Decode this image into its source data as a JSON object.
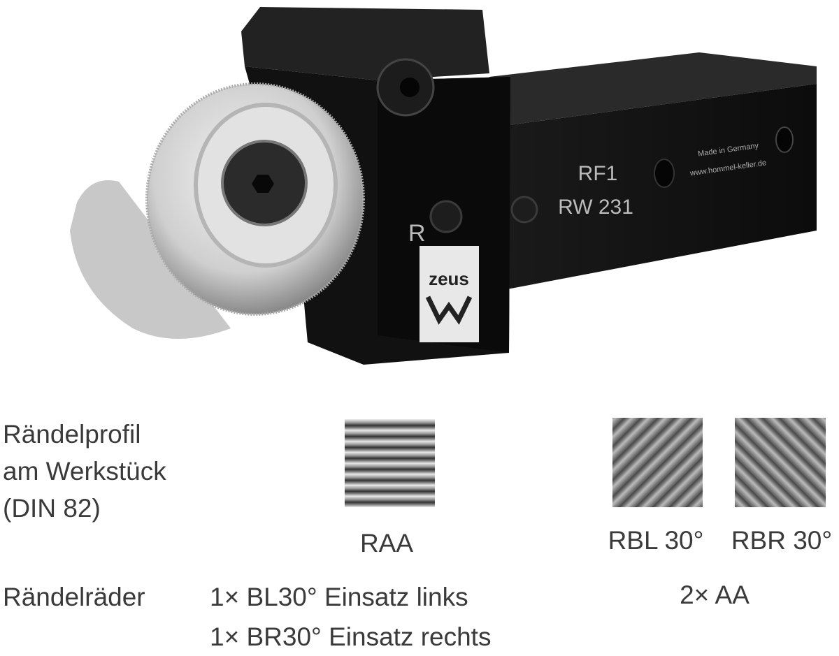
{
  "product": {
    "marking_line1": "RF1",
    "marking_line2": "RW 231",
    "side_mark": "R",
    "logo_text": "zeus",
    "small_text_1": "Made in Germany",
    "small_text_2": "www.hommel-keller.de"
  },
  "profile": {
    "label_lines": [
      "Rändelprofil",
      "am Werkstück",
      "(DIN 82)"
    ],
    "patterns": [
      {
        "code": "RAA",
        "direction": "horizontal"
      },
      {
        "code": "RBL 30°",
        "direction": "diagonal-left"
      },
      {
        "code": "RBR 30°",
        "direction": "diagonal-right"
      }
    ]
  },
  "wheels": {
    "label": "Rändelräder",
    "set_a": [
      "1× BL30° Einsatz links",
      "1× BR30° Einsatz rechts"
    ],
    "set_b": "2× AA"
  }
}
